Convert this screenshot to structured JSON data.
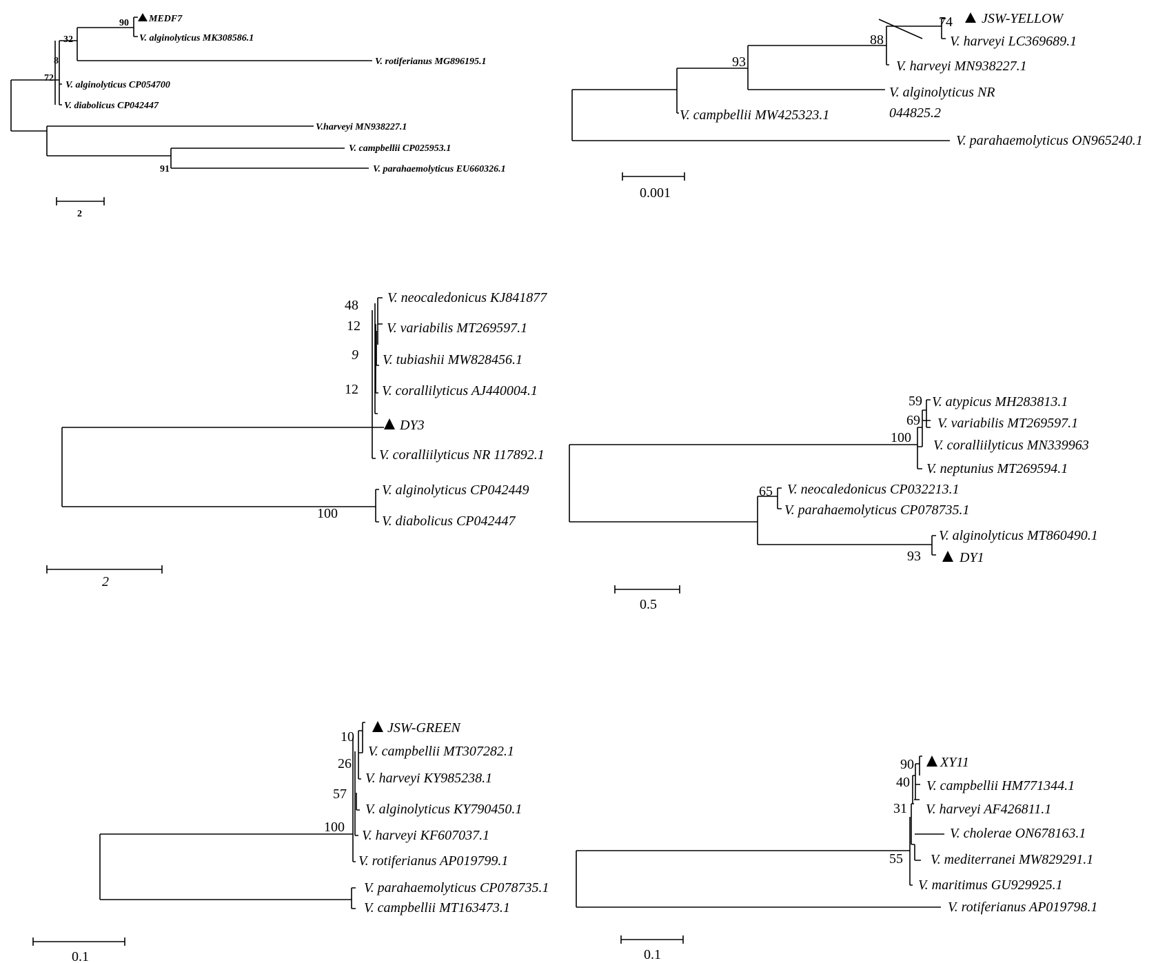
{
  "trees": {
    "t1": {
      "tips": [
        "MEDF7",
        "V. alginolyticus MK308586.1",
        "V. rotiferianus MG896195.1",
        "V. alginolyticus CP054700",
        "V. diabolicus CP042447",
        "V.harveyi MN938227.1",
        "V. campbellii CP025953.1",
        "V. parahaemolyticus EU660326.1"
      ],
      "bootstrap": [
        "90",
        "32",
        "8",
        "72",
        "91"
      ],
      "scale": "2"
    },
    "t2": {
      "tips": [
        "JSW-YELLOW",
        "V. harveyi LC369689.1",
        "V. harveyi MN938227.1",
        "V. alginolyticus NR",
        "044825.2",
        "V. campbellii MW425323.1",
        "V. parahaemolyticus ON965240.1"
      ],
      "bootstrap": [
        "74",
        "88",
        "93"
      ],
      "scale": "0.001"
    },
    "t3": {
      "tips": [
        "V. neocaledonicus KJ841877",
        "V. variabilis MT269597.1",
        "V. tubiashii MW828456.1",
        "V. corallilyticus AJ440004.1",
        "DY3",
        "V. coralliilyticus NR 117892.1",
        "V. alginolyticus CP042449",
        "V. diabolicus CP042447"
      ],
      "bootstrap": [
        "48",
        "12",
        "9",
        "12",
        "100"
      ],
      "scale": "2"
    },
    "t4": {
      "tips": [
        "V. atypicus MH283813.1",
        "V. variabilis MT269597.1",
        "V. coralliilyticus MN339963",
        "V. neptunius MT269594.1",
        "V. neocaledonicus CP032213.1",
        "V. parahaemolyticus CP078735.1",
        "V. alginolyticus MT860490.1",
        "DY1"
      ],
      "bootstrap": [
        "59",
        "69",
        "100",
        "65",
        "93"
      ],
      "scale": "0.5"
    },
    "t5": {
      "tips": [
        "JSW-GREEN",
        "V. campbellii MT307282.1",
        "V. harveyi KY985238.1",
        "V. alginolyticus KY790450.1",
        "V. harveyi KF607037.1",
        "V. rotiferianus AP019799.1",
        "V. parahaemolyticus CP078735.1",
        "V. campbellii MT163473.1"
      ],
      "bootstrap": [
        "10",
        "26",
        "57",
        "100"
      ],
      "scale": "0.1"
    },
    "t6": {
      "tips": [
        "XY11",
        "V. campbellii HM771344.1",
        "V. harveyi AF426811.1",
        "V. cholerae ON678163.1",
        "V. mediterranei MW829291.1",
        "V. maritimus GU929925.1",
        "V. rotiferianus AP019798.1"
      ],
      "bootstrap": [
        "90",
        "40",
        "31",
        "55"
      ],
      "scale": "0.1"
    }
  }
}
